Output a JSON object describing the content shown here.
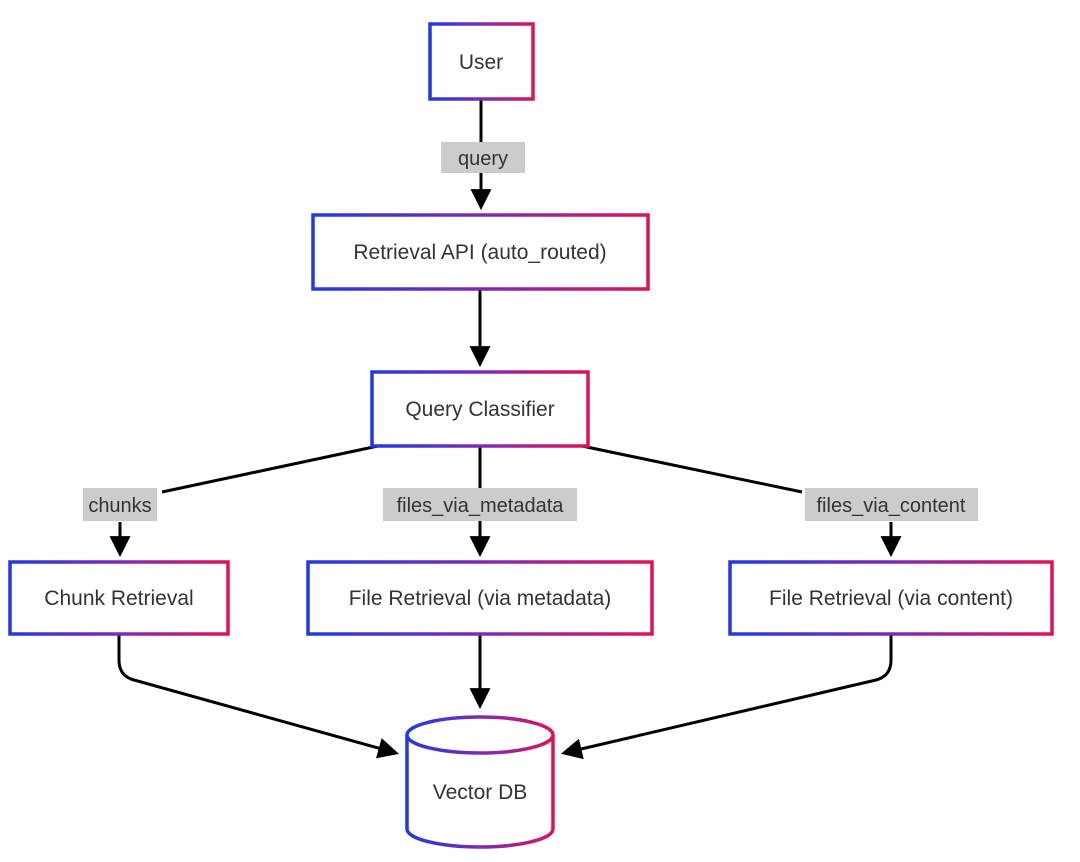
{
  "diagram": {
    "type": "flowchart",
    "direction": "top-down",
    "colors": {
      "background": "#ffffff",
      "node_fill": "#ffffff",
      "node_text": "#333333",
      "edge_color": "#000000",
      "edge_label_bg": "#cccccc",
      "gradient": {
        "start": "#2239e0",
        "mid": "#7d2bb5",
        "end": "#de1259"
      }
    },
    "nodes": [
      {
        "id": "user",
        "label": "User",
        "shape": "rect"
      },
      {
        "id": "retrieval_api",
        "label": "Retrieval API (auto_routed)",
        "shape": "rect"
      },
      {
        "id": "query_classifier",
        "label": "Query Classifier",
        "shape": "rect"
      },
      {
        "id": "chunk_retrieval",
        "label": "Chunk Retrieval",
        "shape": "rect"
      },
      {
        "id": "file_retrieval_metadata",
        "label": "File Retrieval (via metadata)",
        "shape": "rect"
      },
      {
        "id": "file_retrieval_content",
        "label": "File Retrieval (via content)",
        "shape": "rect"
      },
      {
        "id": "vector_db",
        "label": "Vector DB",
        "shape": "cylinder"
      }
    ],
    "edges": [
      {
        "from": "user",
        "to": "retrieval_api",
        "label": "query"
      },
      {
        "from": "retrieval_api",
        "to": "query_classifier",
        "label": ""
      },
      {
        "from": "query_classifier",
        "to": "chunk_retrieval",
        "label": "chunks"
      },
      {
        "from": "query_classifier",
        "to": "file_retrieval_metadata",
        "label": "files_via_metadata"
      },
      {
        "from": "query_classifier",
        "to": "file_retrieval_content",
        "label": "files_via_content"
      },
      {
        "from": "chunk_retrieval",
        "to": "vector_db",
        "label": ""
      },
      {
        "from": "file_retrieval_metadata",
        "to": "vector_db",
        "label": ""
      },
      {
        "from": "file_retrieval_content",
        "to": "vector_db",
        "label": ""
      }
    ]
  }
}
